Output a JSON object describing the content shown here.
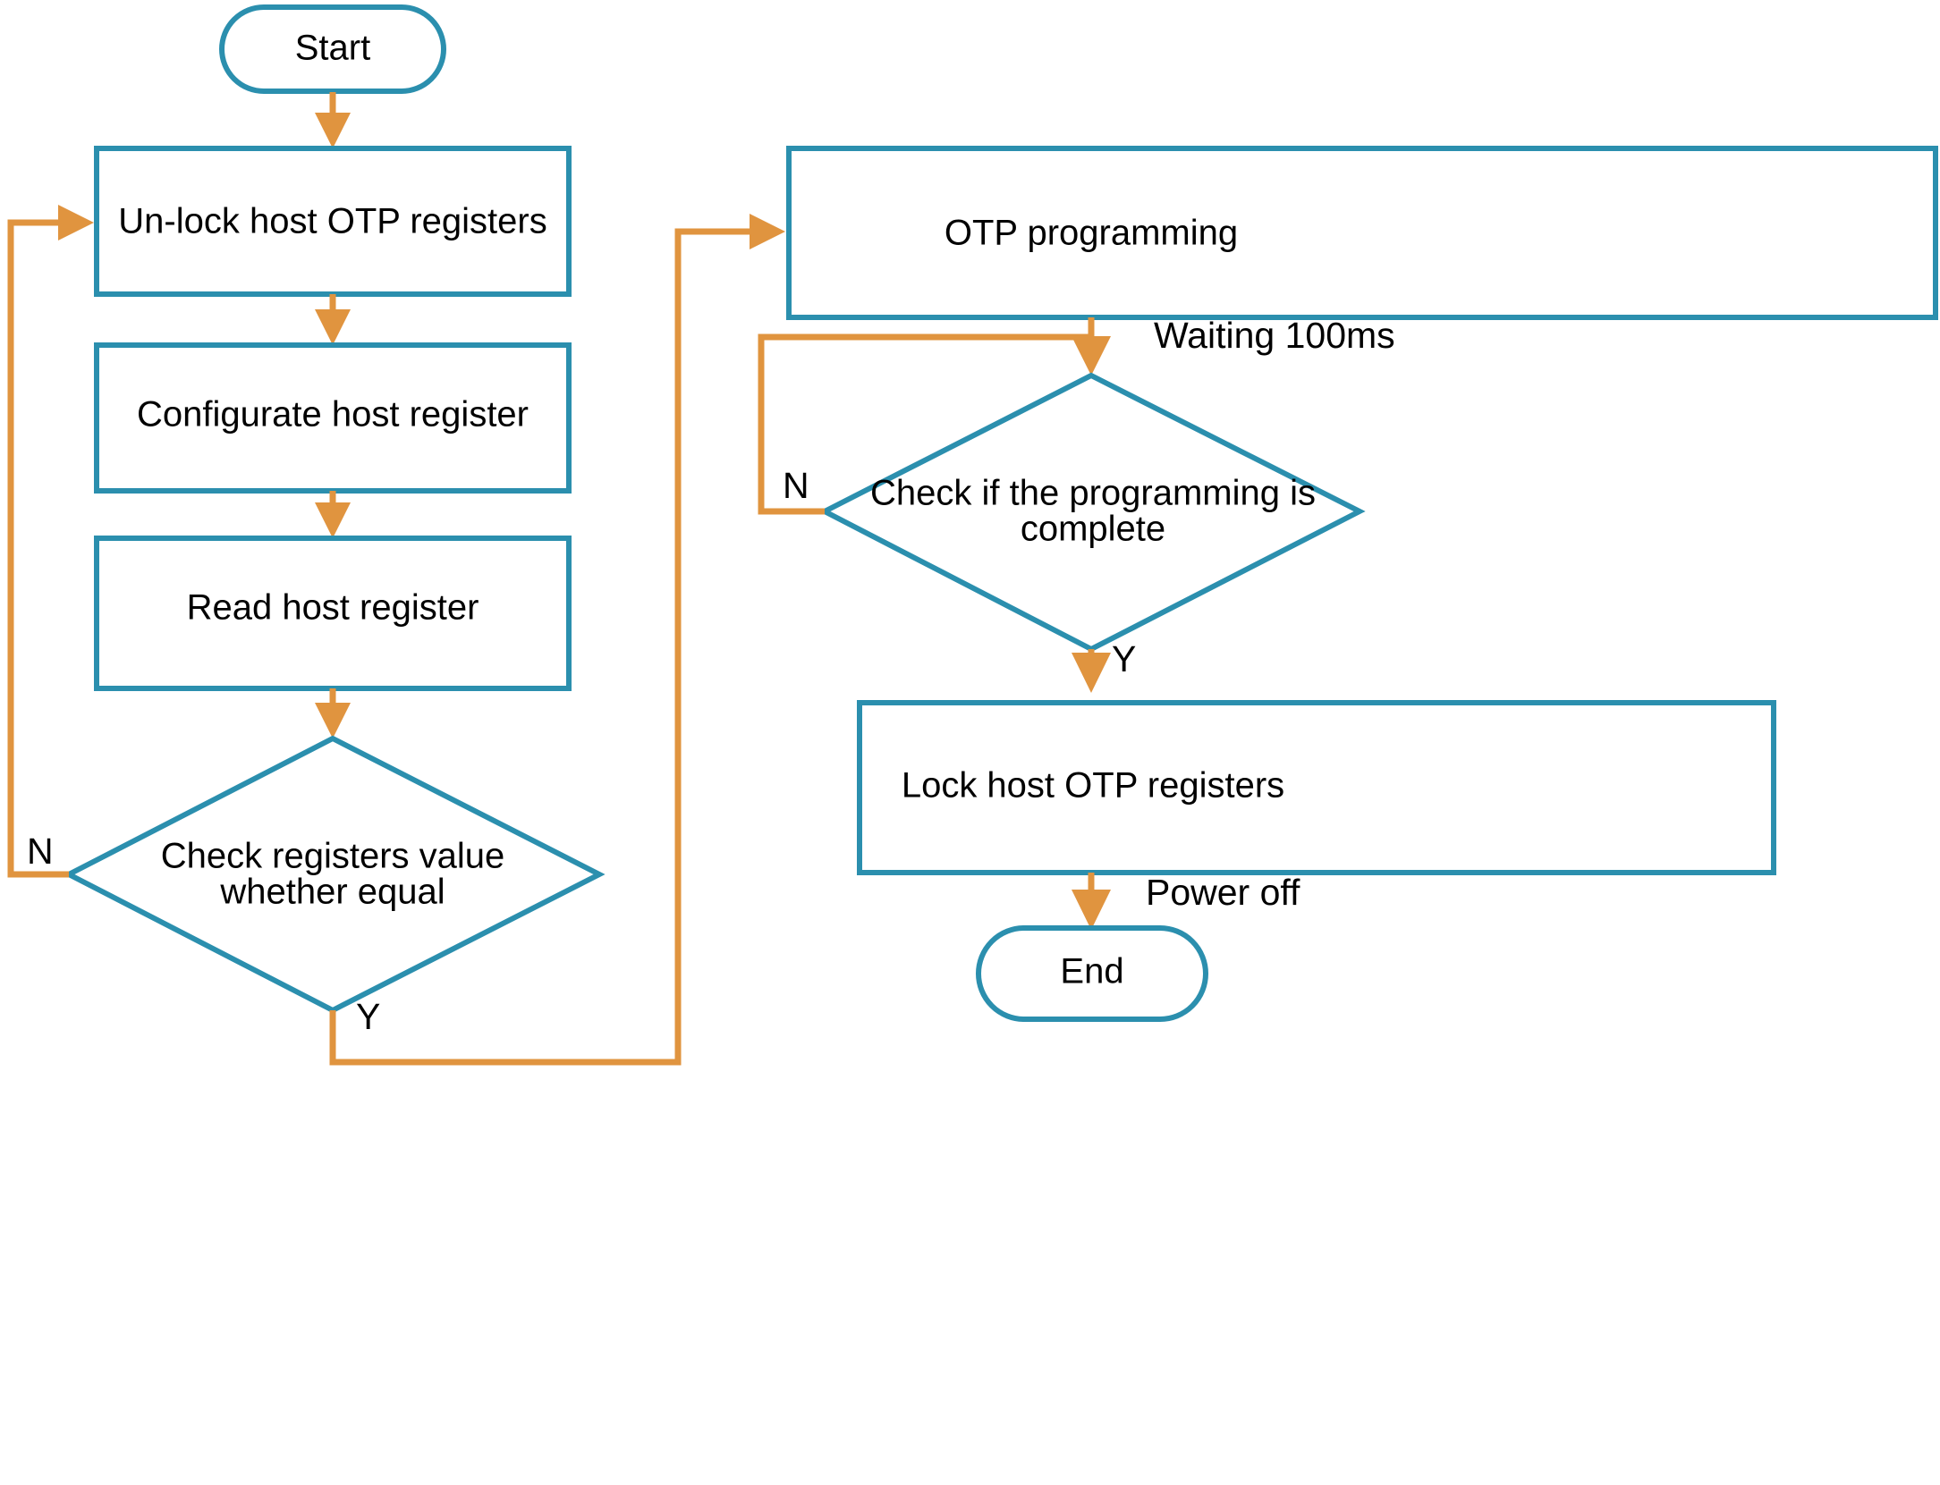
{
  "diagram": {
    "title": "Host OTP programming flowchart",
    "colors": {
      "node_stroke": "#2b8fae",
      "edge_stroke": "#e0943f",
      "background": "#ffffff",
      "text": "#000000"
    },
    "nodes": {
      "start": {
        "label": "Start",
        "type": "terminator"
      },
      "unlock": {
        "label": "Un-lock host OTP registers",
        "type": "process"
      },
      "configure": {
        "label": "Configurate host register",
        "type": "process"
      },
      "read": {
        "label": "Read host register",
        "type": "process"
      },
      "check_equal": {
        "label_line1": "Check registers value",
        "label_line2": "whether equal",
        "type": "decision"
      },
      "otp_programming": {
        "label": "OTP programming",
        "type": "process"
      },
      "check_complete": {
        "label_line1": "Check if the programming is",
        "label_line2": "complete",
        "type": "decision"
      },
      "lock": {
        "label": "Lock host OTP registers",
        "type": "process"
      },
      "end": {
        "label": "End",
        "type": "terminator"
      }
    },
    "edge_labels": {
      "check_equal_no": "N",
      "check_equal_yes": "Y",
      "waiting": "Waiting 100ms",
      "check_complete_no": "N",
      "check_complete_yes": "Y",
      "power_off": "Power off"
    }
  }
}
